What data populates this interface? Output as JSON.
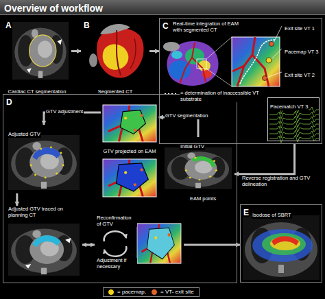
{
  "diagram": {
    "title": "Overview of workflow",
    "nodes": [
      {
        "text": [
          "A",
          "Cardiac CT segmentation"
        ]
      },
      {
        "text": [
          "B",
          "Segmented CT"
        ]
      },
      {
        "text": [
          "C",
          "Real-time integration of EAM with segmented CT"
        ]
      },
      {
        "text": [
          "Pacematch VT 3"
        ],
        "in": 2
      },
      {
        "text": [
          "D"
        ]
      },
      {
        "text": [
          "Initial GTV",
          "EAM points"
        ],
        "in": 4
      },
      {
        "text": [
          "GTV projected on EAM"
        ],
        "in": 4
      },
      {
        "text": [
          "Adjusted GTV"
        ],
        "in": 4
      },
      {
        "text": [
          "Adjusted GTV traced on planning CT"
        ],
        "in": 4
      },
      {
        "text": [
          "Reconfirmation of GTV",
          "Adjustment if necessary"
        ],
        "in": 4
      },
      {
        "text": [
          "E",
          "Isodose of SBRT"
        ]
      }
    ],
    "edges": [
      {
        "from": 0,
        "to": 1,
        "arrow": "to"
      },
      {
        "from": 1,
        "to": 2,
        "arrow": "to"
      },
      {
        "from": 2,
        "to": 5,
        "arrow": "to",
        "label": "Reverse registration and GTV delineation"
      },
      {
        "from": 5,
        "to": 6,
        "arrow": "to",
        "label": "GTV segmentation"
      },
      {
        "from": 6,
        "to": 7,
        "arrow": "to",
        "label": "GTV adjustment"
      },
      {
        "from": 7,
        "to": 8,
        "arrow": "to"
      },
      {
        "from": 8,
        "to": 9,
        "arrow": "both"
      },
      {
        "from": 9,
        "to": 10,
        "arrow": "to"
      }
    ],
    "labels": [
      "Exit site VT 1",
      "Pacemap VT 3",
      "Exit site VT 2",
      "= determination of inaccessible VT substrate"
    ],
    "legend": [
      {
        "text": "= pacemap,",
        "color": "#f2d21b"
      },
      {
        "text": "= VT- exit site",
        "color": "#e2612b"
      }
    ]
  }
}
